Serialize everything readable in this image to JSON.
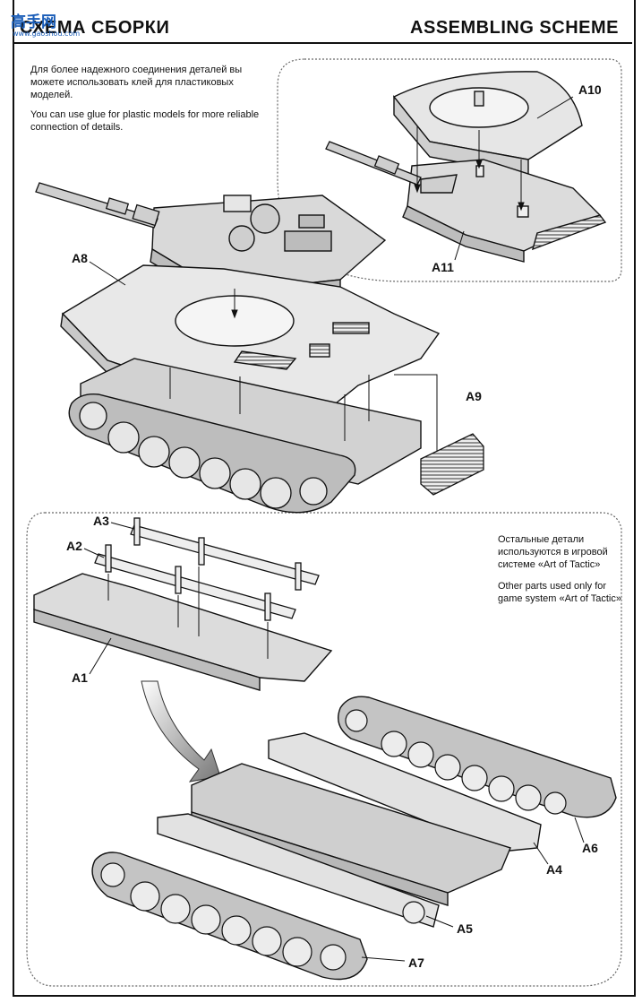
{
  "header": {
    "title_ru": "СХЕМА СБОРКИ",
    "title_en": "ASSEMBLING SCHEME"
  },
  "watermark": {
    "text": "高手网",
    "url": "www.gaoshou.com"
  },
  "notes": {
    "glue_ru": "Для более надежного соединения деталей вы можете использовать клей для пластиковых моделей.",
    "glue_en": "You can use glue for plastic models for more reliable connection of details.",
    "game_ru": "Остальные детали используются в игровой системе «Art of Tactic»",
    "game_en": "Other parts used only for game system «Art of Tactic»"
  },
  "parts": {
    "a1": "A1",
    "a2": "A2",
    "a3": "A3",
    "a4": "A4",
    "a5": "A5",
    "a6": "A6",
    "a7": "A7",
    "a8": "A8",
    "a9": "A9",
    "a10": "A10",
    "a11": "A11"
  }
}
